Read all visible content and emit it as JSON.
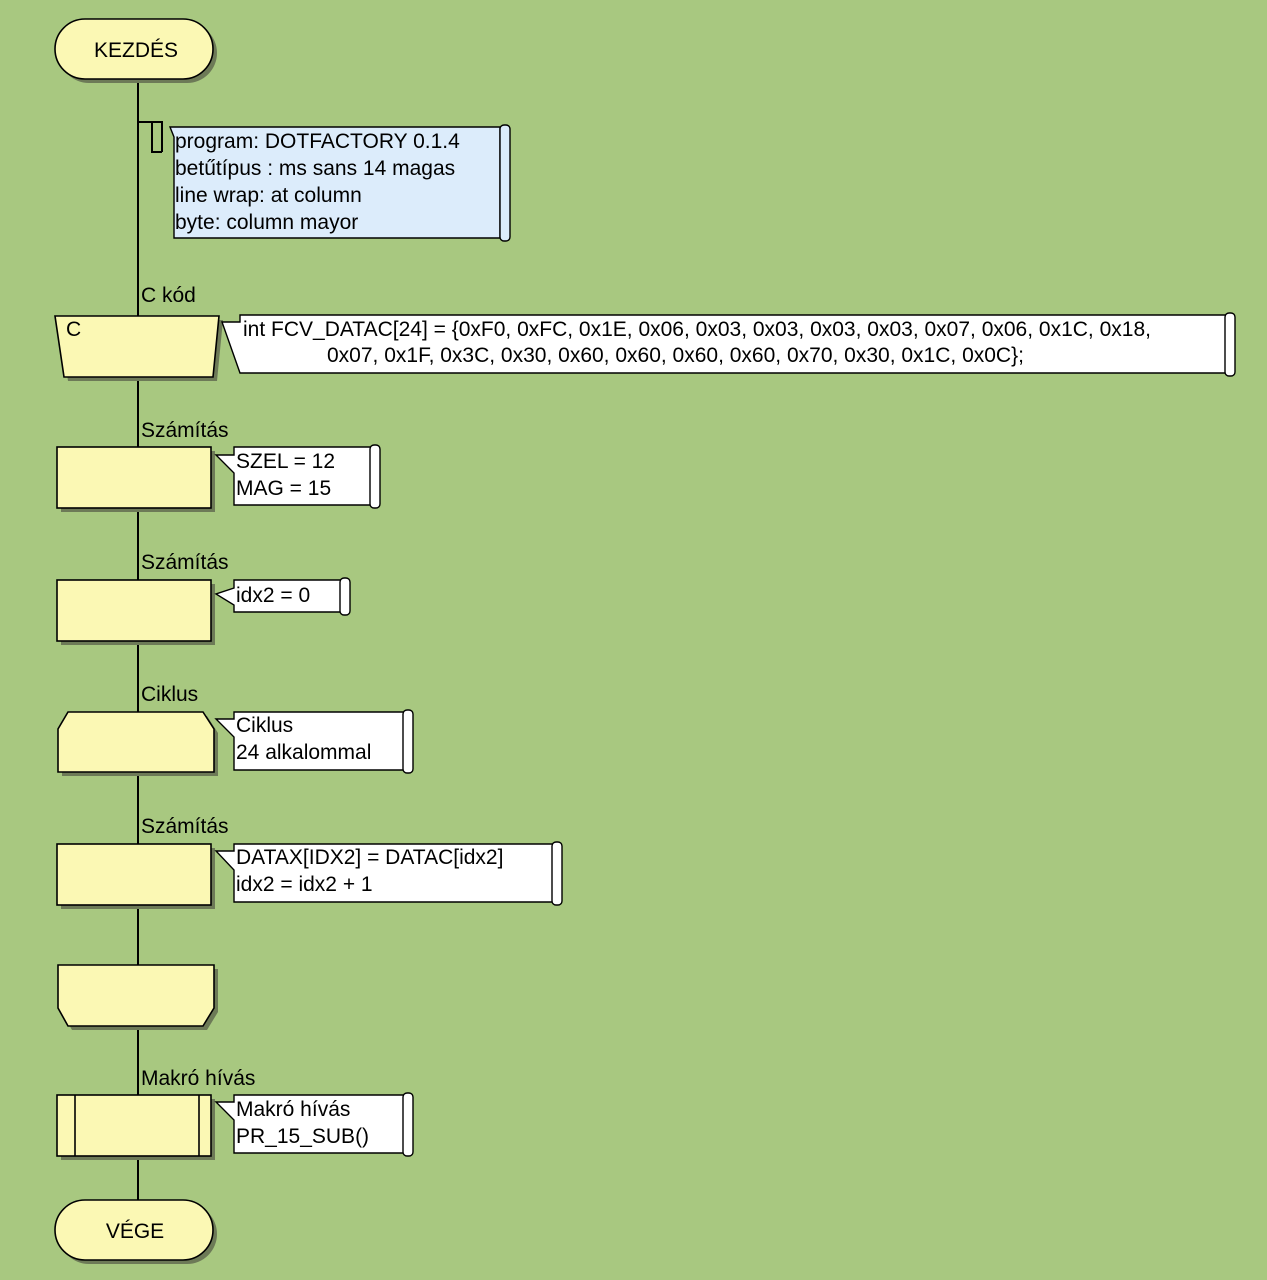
{
  "colors": {
    "background": "#a8c880",
    "shape_fill": "#fbf8b4",
    "comment_fill": "#dcecfb",
    "bubble_fill": "#ffffff"
  },
  "start": {
    "text": "KEZDÉS"
  },
  "comment": {
    "lines": [
      "program: DOTFACTORY 0.1.4",
      "betűtípus :  ms sans 14 magas",
      "line wrap:  at column",
      "byte:  column mayor"
    ]
  },
  "c_code": {
    "label": "C kód",
    "icon_text": "C",
    "lines": [
      "int FCV_DATAC[24] = {0xF0, 0xFC, 0x1E, 0x06, 0x03, 0x03, 0x03, 0x03, 0x07, 0x06, 0x1C, 0x18,",
      "0x07, 0x1F, 0x3C, 0x30, 0x60, 0x60, 0x60, 0x60, 0x70, 0x30, 0x1C, 0x0C};"
    ]
  },
  "calc1": {
    "label": "Számítás",
    "lines": [
      "SZEL = 12",
      "MAG = 15"
    ]
  },
  "calc2": {
    "label": "Számítás",
    "lines": [
      "idx2 = 0"
    ]
  },
  "loop": {
    "label": "Ciklus",
    "lines": [
      "Ciklus",
      "24 alkalommal"
    ]
  },
  "calc3": {
    "label": "Számítás",
    "lines": [
      "DATAX[IDX2] = DATAC[idx2]",
      "idx2 = idx2 + 1"
    ]
  },
  "macro": {
    "label": "Makró hívás",
    "lines": [
      "Makró hívás",
      "PR_15_SUB()"
    ]
  },
  "end": {
    "text": "VÉGE"
  }
}
